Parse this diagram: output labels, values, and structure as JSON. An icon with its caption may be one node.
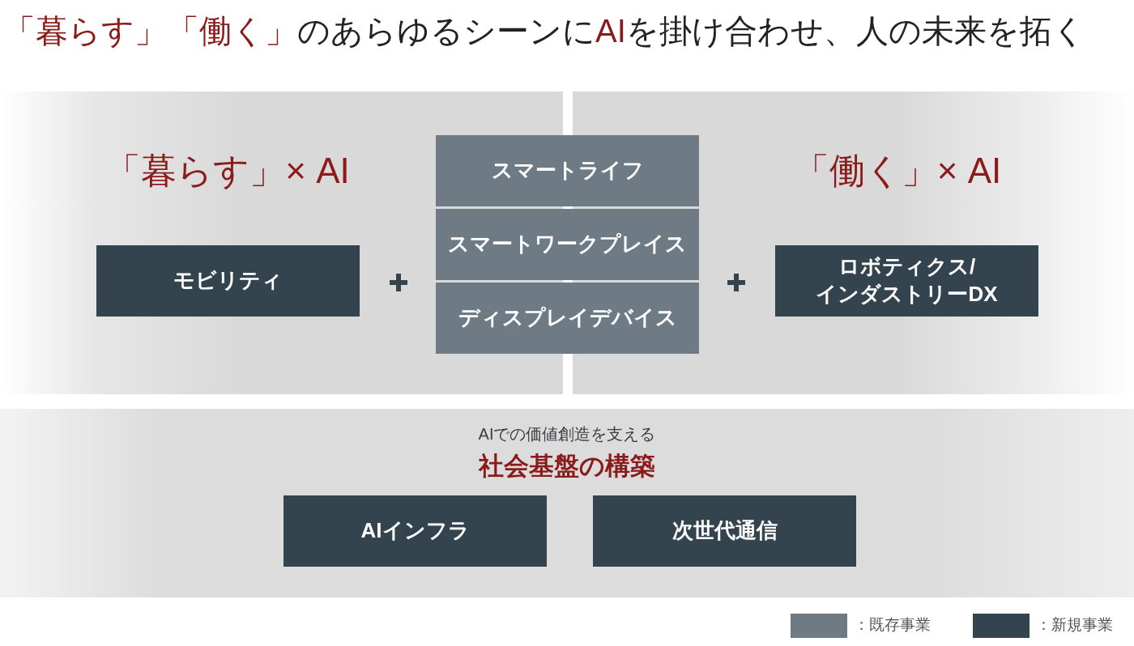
{
  "diagram": {
    "title": "**「暮らす」「働く」**のあらゆるシーンに**AI**を掛け合わせ、人の未来を拓く",
    "nodes": [
      {
        "text": [
          "「暮らす」× AI"
        ]
      },
      {
        "text": [
          "モビリティ"
        ],
        "in": 0
      },
      {
        "text": [
          "「働く」× AI"
        ]
      },
      {
        "text": [
          "ロボティクス/インダストリーDX"
        ],
        "in": 2
      },
      {
        "text": [
          "スマートライフ"
        ]
      },
      {
        "text": [
          "スマートワークプレイス"
        ]
      },
      {
        "text": [
          "ディスプレイデバイス"
        ]
      },
      {
        "text": [
          "AIでの価値創造を支える",
          "社会基盤の構築"
        ]
      },
      {
        "text": [
          "AIインフラ"
        ],
        "in": 7
      },
      {
        "text": [
          "次世代通信"
        ],
        "in": 7
      }
    ],
    "legend": [
      {
        "text": "：既存事業",
        "color": "#6e7b84"
      },
      {
        "text": "：新規事業",
        "color": "#34444f"
      }
    ]
  }
}
